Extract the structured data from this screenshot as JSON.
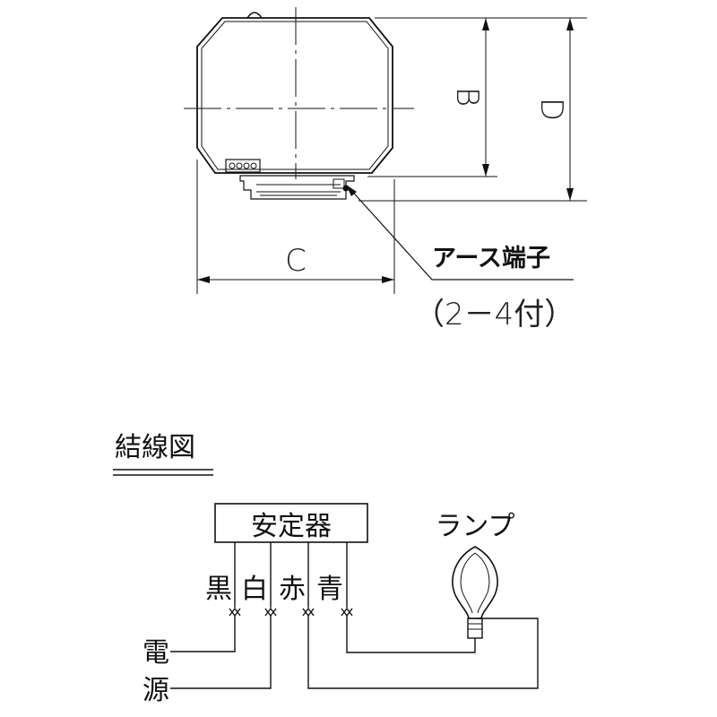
{
  "dimensions": {
    "B": "B",
    "C": "C",
    "D": "D"
  },
  "earth_terminal": {
    "label": "アース端子",
    "note": "（2－4付）"
  },
  "wiring": {
    "title": "結線図",
    "ballast_label": "安定器",
    "wire_colors": [
      "黒",
      "白",
      "赤",
      "青"
    ],
    "lamp_label": "ランプ",
    "power_label_1": "電",
    "power_label_2": "源"
  }
}
